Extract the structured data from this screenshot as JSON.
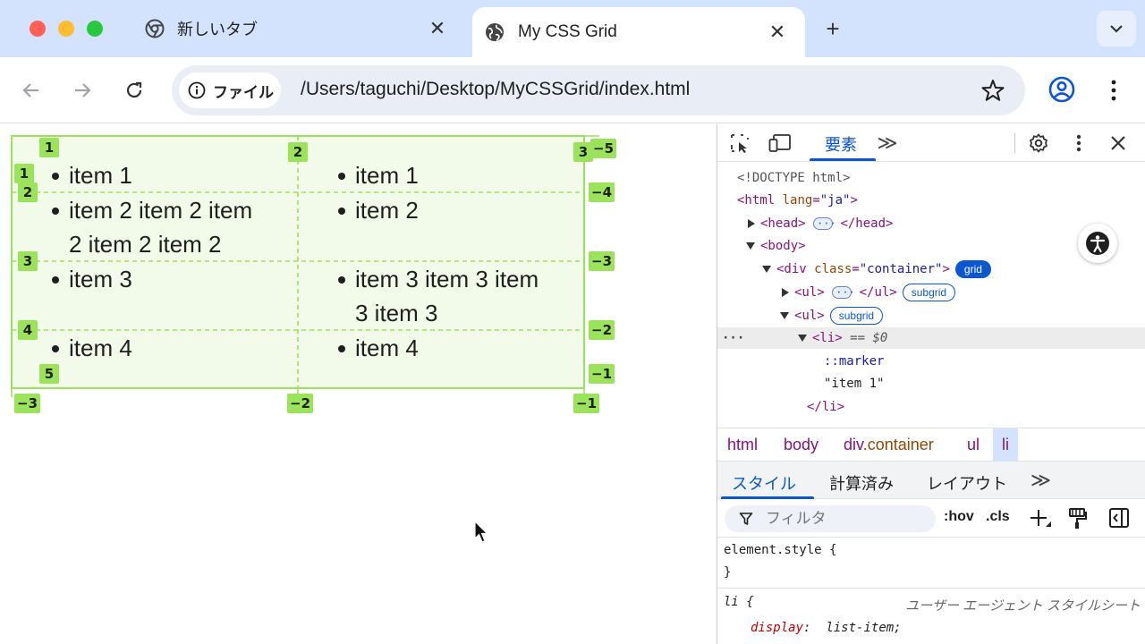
{
  "browser": {
    "tabs": [
      {
        "title": "新しいタブ",
        "close": "✕"
      },
      {
        "title": "My CSS Grid",
        "close": "✕"
      }
    ],
    "new_tab": "+",
    "address": {
      "chip_label": "ファイル",
      "url": "/Users/taguchi/Desktop/MyCSSGrid/index.html"
    }
  },
  "page": {
    "items": [
      {
        "lines": [
          "item 1"
        ]
      },
      {
        "lines": [
          "item 1"
        ]
      },
      {
        "lines": [
          "item 2 item 2 item",
          "2 item 2 item 2"
        ]
      },
      {
        "lines": [
          "item 2"
        ]
      },
      {
        "lines": [
          "item 3"
        ]
      },
      {
        "lines": [
          "item 3 item 3 item",
          "3 item 3"
        ]
      },
      {
        "lines": [
          "item 4"
        ]
      },
      {
        "lines": [
          "item 4"
        ]
      }
    ],
    "grid_badges": {
      "col_top": [
        "1",
        "2",
        "3"
      ],
      "col_top_neg": "−5",
      "col_bottom": [
        "−3",
        "−2",
        "−1"
      ],
      "row_left": [
        "1",
        "2",
        "3",
        "4",
        "5"
      ],
      "row_right": [
        "−4",
        "−3",
        "−2",
        "−1"
      ]
    },
    "grid_color": "#9be35a"
  },
  "devtools": {
    "tab_elements": "要素",
    "more_tabs": "≫",
    "dom": {
      "doctype": "<!DOCTYPE html>",
      "html_open": "<html",
      "html_lang_attr": "lang",
      "html_lang_val": "\"ja\"",
      "head_open": "<head>",
      "head_close": "</head>",
      "body_open": "<body>",
      "div_open": "<div",
      "div_class_attr": "class",
      "div_class_val": "\"container\"",
      "grid_badge": "grid",
      "ul_open": "<ul>",
      "ul_close": "</ul>",
      "subgrid_badge": "subgrid",
      "li_open": "<li>",
      "li_eq": "== $0",
      "marker": "::marker",
      "text_node": "\"item 1\"",
      "li_close": "</li>",
      "row_dots": "···"
    },
    "breadcrumbs": [
      "html",
      "body",
      "div",
      ".container",
      "ul",
      "li"
    ],
    "sub_tabs": [
      "スタイル",
      "計算済み",
      "レイアウト"
    ],
    "filter_placeholder": "フィルタ",
    "filter_buttons": [
      ":hov",
      ".cls"
    ],
    "styles": {
      "element_style": "element.style {",
      "close_brace": "}",
      "li_selector": "li {",
      "ua_label": "ユーザー エージェント スタイルシート",
      "prop": "display",
      "prop_val": "list-item;"
    }
  }
}
